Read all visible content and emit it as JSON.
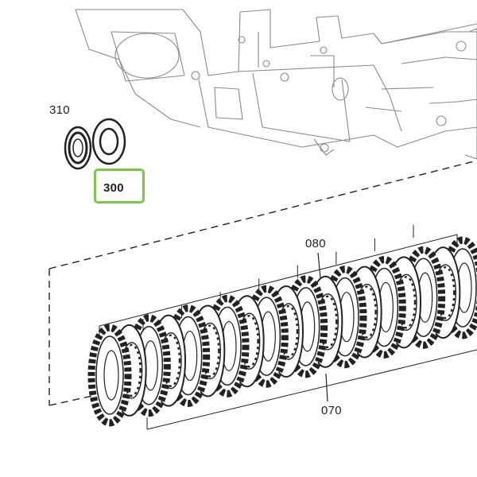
{
  "callouts": {
    "label_310": "310",
    "label_300": "300",
    "label_080": "080",
    "label_070": "070"
  },
  "highlight": {
    "target": "300",
    "color": "#7ac943"
  },
  "colors": {
    "line": "#222222",
    "housing": "#777777",
    "background": "#ffffff"
  }
}
